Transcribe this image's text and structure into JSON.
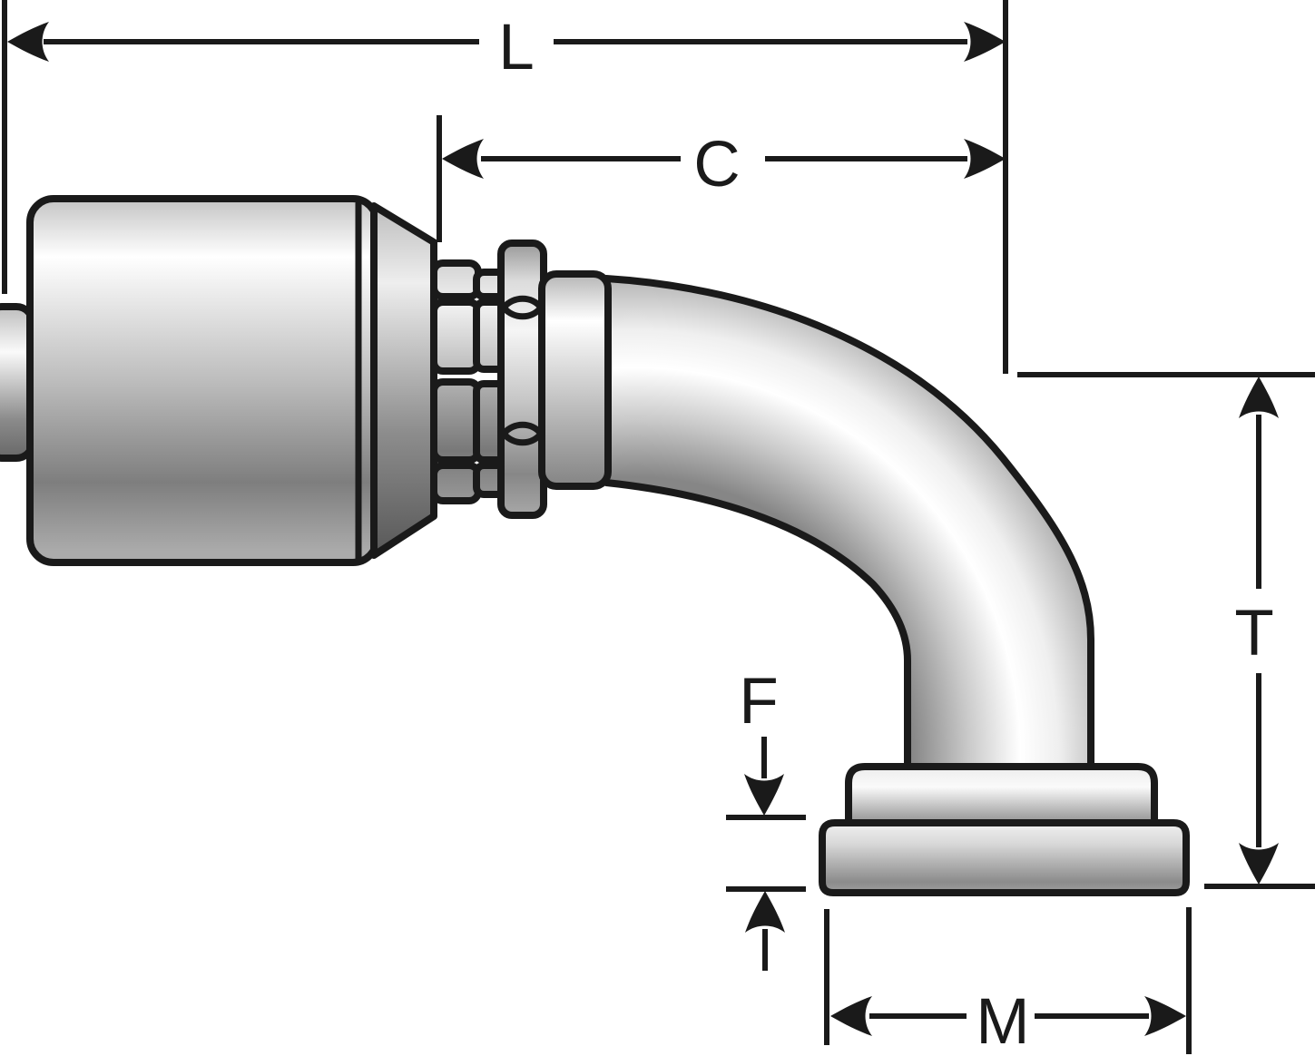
{
  "page": {
    "background": "#ffffff"
  },
  "diagram": {
    "type": "dimensioned-technical-drawing",
    "subject": "90-degree flange elbow hose coupling, side profile",
    "outline_color": "#1a1a1a",
    "metal_highlight": "#ffffff",
    "metal_shadow": "#7d7d7d",
    "dimensions": {
      "L": {
        "label": "L"
      },
      "C": {
        "label": "C"
      },
      "T": {
        "label": "T"
      },
      "F": {
        "label": "F"
      },
      "M": {
        "label": "M"
      }
    }
  }
}
